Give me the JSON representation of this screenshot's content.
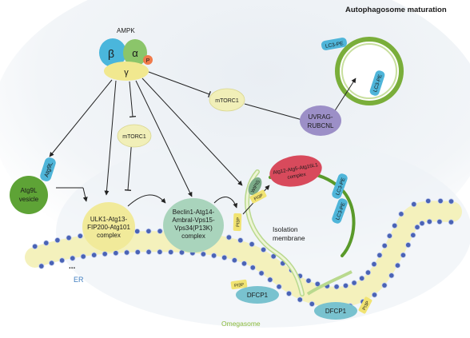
{
  "title": "Autophagosome maturation",
  "ampk": {
    "label": "AMPK",
    "beta": "β",
    "alpha": "α",
    "gamma": "γ",
    "p": "P"
  },
  "mtorc1_top": "mTORC1",
  "mtorc1_mid": "mTORC1",
  "uvrag": [
    "UVRAG-",
    "RUBCNL"
  ],
  "lc3_top_left": "LC3-PE",
  "lc3_top_right": "LC3-PE",
  "atg9l_tag": "Atg9L",
  "atg9l_vesicle": [
    "Atg9L",
    "vesicle"
  ],
  "ulk1": [
    "ULK1-Atg13-",
    "FIP200-Atg101",
    "complex"
  ],
  "beclin": [
    "Beclin1-Atg14-",
    "Ambral-Vps15-",
    "Vps34(P13K)",
    "complex"
  ],
  "atg12": [
    "Atg12-Atg5-Atg16L1",
    "complex"
  ],
  "lc3_right": "LC3-PE",
  "lc3_left": "LC3-PE",
  "wipis": "WIPIS",
  "pi3p": "PI3P",
  "isolation": [
    "Isolation",
    "membrane"
  ],
  "er_dots": "...",
  "er": "ER",
  "dfcp1_left": "DFCP1",
  "dfcp1_right": "DFCP1",
  "omegasome": "Omegasome",
  "colors": {
    "ampk_beta": "#4ab6dc",
    "ampk_alpha": "#8bc56a",
    "ampk_gamma": "#f1e88f",
    "p_badge": "#f07a4a",
    "er_fill": "#f4f1bc",
    "er_dot": "#4a63b5",
    "ulk1": "#f1ea9a",
    "beclin": "#a9d4bc",
    "atg9": "#5ea336",
    "lc3": "#4fb5d9",
    "uvrag": "#9c8fc7",
    "atg12": "#d84a5c",
    "vesicle_ring": "#7aae3a",
    "dfcp1": "#79c2cf",
    "er_label": "#3f7ec0",
    "omegasome_label": "#8bbb3c"
  }
}
